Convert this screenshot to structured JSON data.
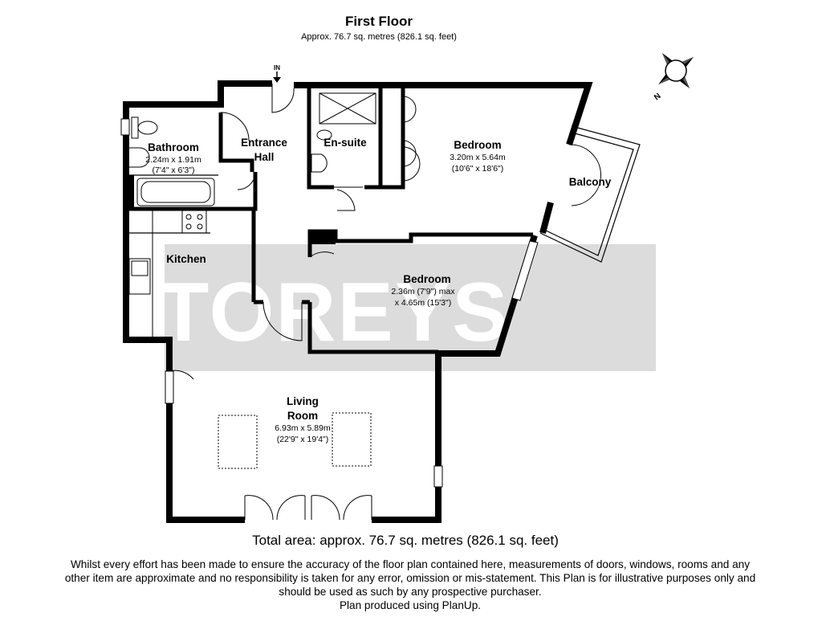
{
  "header": {
    "title": "First Floor",
    "subtitle": "Approx. 76.7 sq. metres (826.1 sq. feet)"
  },
  "watermark": "STOREYS",
  "entrance_marker": "IN",
  "compass_label": "N",
  "rooms": {
    "bathroom": {
      "name": "Bathroom",
      "dim1": "2.24m x 1.91m",
      "dim2": "(7'4\" x 6'3\")"
    },
    "entrance_hall": {
      "name1": "Entrance",
      "name2": "Hall"
    },
    "ensuite": {
      "name": "En-suite"
    },
    "bedroom1": {
      "name": "Bedroom",
      "dim1": "3.20m x 5.64m",
      "dim2": "(10'6\" x 18'6\")"
    },
    "balcony": {
      "name": "Balcony"
    },
    "kitchen": {
      "name": "Kitchen"
    },
    "bedroom2": {
      "name": "Bedroom",
      "dim1": "2.36m (7'9\") max",
      "dim2": "x 4.65m (15'3\")"
    },
    "living": {
      "name1": "Living",
      "name2": "Room",
      "dim1": "6.93m x 5.89m",
      "dim2": "(22'9\" x 19'4\")"
    }
  },
  "footer": {
    "total": "Total area: approx. 76.7 sq. metres (826.1 sq. feet)",
    "disclaimer_line1": "Whilst every effort has been made to ensure the accuracy of the floor plan contained here, measurements of doors, windows, rooms and any",
    "disclaimer_line2": "other item are approximate and no responsibility is taken for any error, omission or mis-statement.  This Plan is for illustrative purposes only and",
    "disclaimer_line3": "should be used as such by any prospective purchaser.",
    "credit": "Plan produced using PlanUp."
  },
  "colors": {
    "wall": "#000000",
    "watermark_band": "#dcdcdc",
    "watermark_text": "#ffffff"
  }
}
